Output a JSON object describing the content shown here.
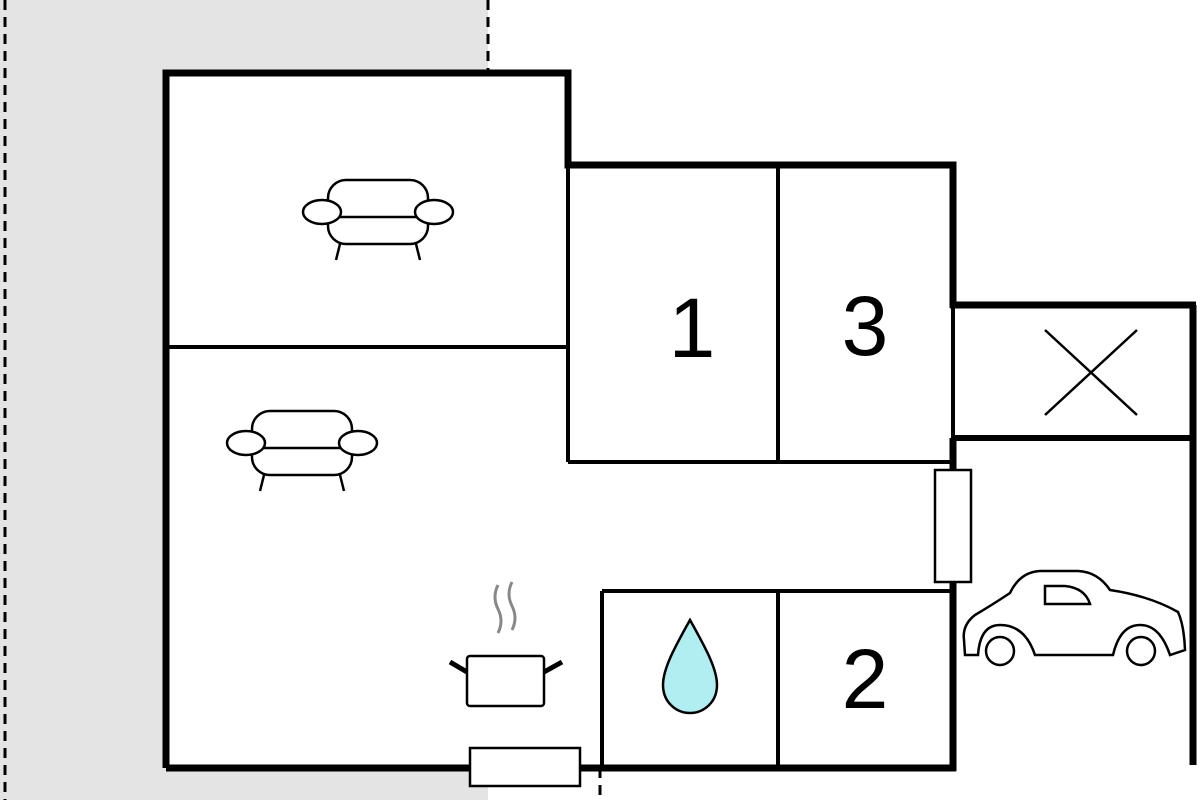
{
  "title": "Floor plan",
  "rooms": [
    {
      "id": "living-room-upper",
      "icon": "sofa-icon"
    },
    {
      "id": "living-room-lower",
      "icon": "sofa-icon"
    },
    {
      "id": "kitchen",
      "icon": "cooking-pot-icon"
    },
    {
      "id": "bathroom",
      "icon": "water-drop-icon"
    },
    {
      "id": "bedroom-1",
      "label": "1"
    },
    {
      "id": "bedroom-2",
      "label": "2"
    },
    {
      "id": "bedroom-3",
      "label": "3"
    },
    {
      "id": "storage",
      "icon": "cross-icon"
    },
    {
      "id": "carport",
      "icon": "car-icon"
    }
  ],
  "colors": {
    "outside_area": "#e4e4e4",
    "wall": "#000000",
    "water": "#b0eef2"
  }
}
